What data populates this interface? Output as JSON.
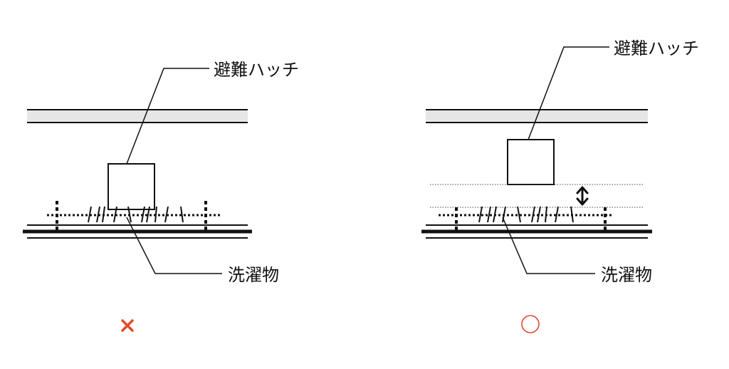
{
  "panels": {
    "bad": {
      "hatch_label": "避難ハッチ",
      "laundry_label": "洗濯物",
      "verdict": "×"
    },
    "good": {
      "hatch_label": "避難ハッチ",
      "laundry_label": "洗濯物",
      "verdict": "○"
    }
  },
  "colors": {
    "line": "#111111",
    "ceiling_fill": "#e6e6e6",
    "bad_mark": "#e04a2c",
    "good_mark": "#e04a2c"
  }
}
